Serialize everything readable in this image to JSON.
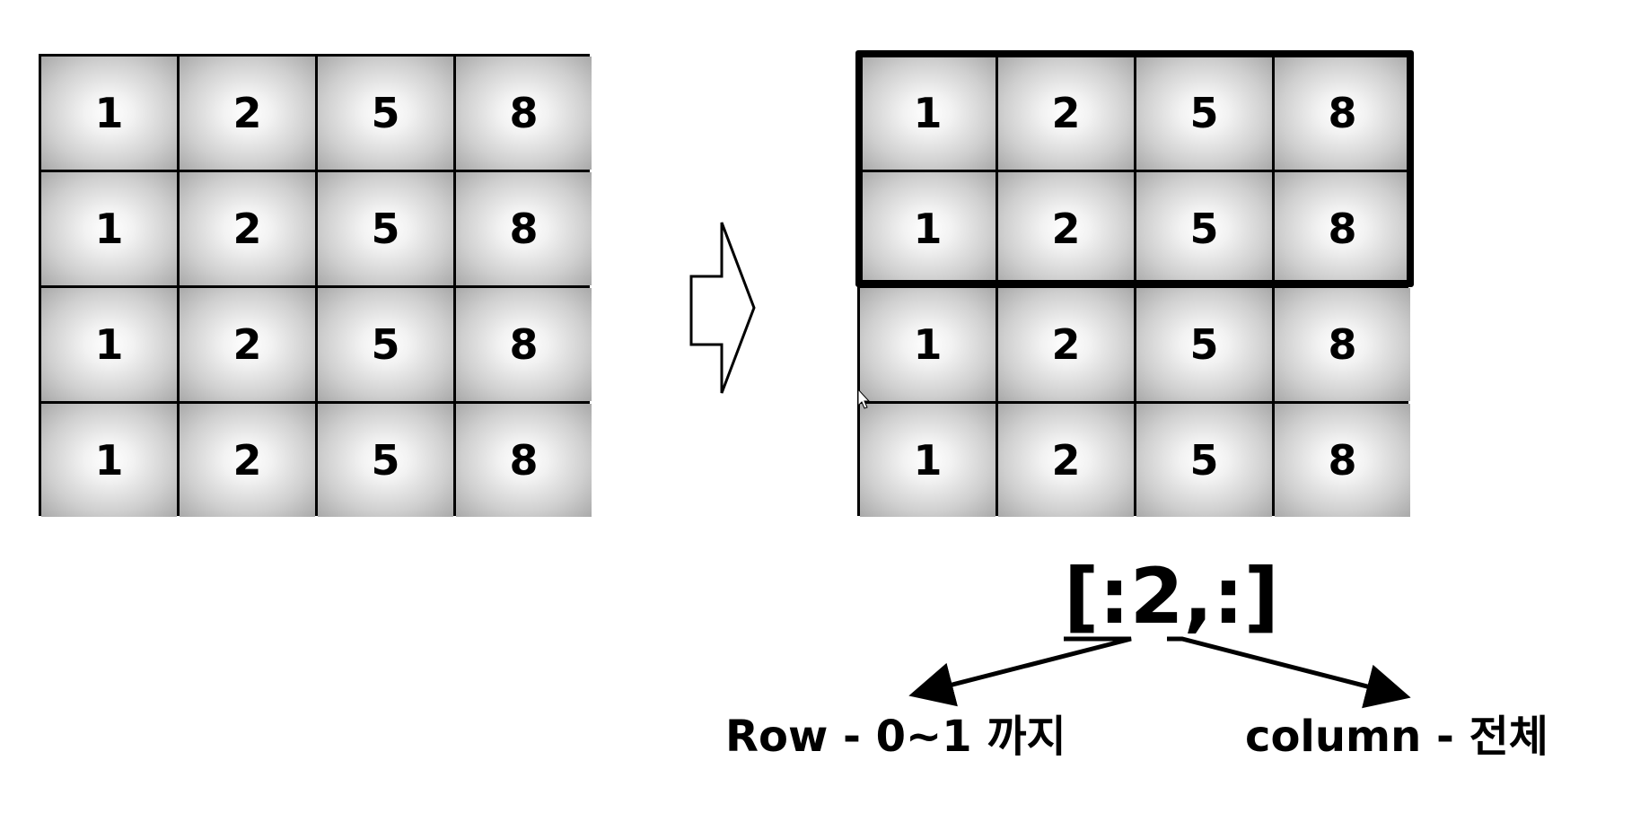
{
  "left_matrix": [
    [
      "1",
      "2",
      "5",
      "8"
    ],
    [
      "1",
      "2",
      "5",
      "8"
    ],
    [
      "1",
      "2",
      "5",
      "8"
    ],
    [
      "1",
      "2",
      "5",
      "8"
    ]
  ],
  "right_matrix": [
    [
      "1",
      "2",
      "5",
      "8"
    ],
    [
      "1",
      "2",
      "5",
      "8"
    ],
    [
      "1",
      "2",
      "5",
      "8"
    ],
    [
      "1",
      "2",
      "5",
      "8"
    ]
  ],
  "highlighted_rows": 2,
  "slice_expression": "[:2,:]",
  "row_label": "Row  -  0~1 까지",
  "column_label": "column  -  전체",
  "icons": {
    "transform_arrow": "right-arrow-icon",
    "pointers": "arrow-icon",
    "cursor": "mouse-cursor-icon"
  }
}
